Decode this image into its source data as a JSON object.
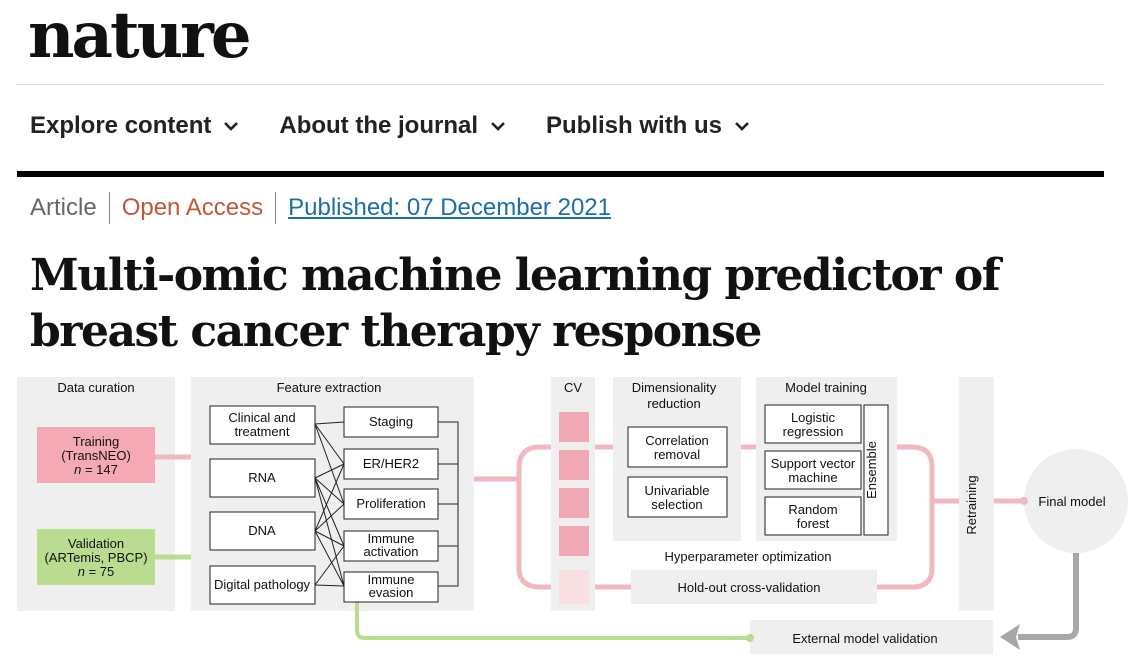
{
  "brand": {
    "name": "nature"
  },
  "nav": [
    {
      "label": "Explore content"
    },
    {
      "label": "About the journal"
    },
    {
      "label": "Publish with us"
    }
  ],
  "meta": {
    "type": "Article",
    "access": "Open Access",
    "published": "Published: 07 December 2021"
  },
  "article": {
    "title": "Multi-omic machine learning predictor of breast cancer therapy response"
  },
  "figure": {
    "panels": {
      "data_curation": "Data curation",
      "feature_extraction": "Feature extraction",
      "cv": "CV",
      "dim_reduction_1": "Dimensionality",
      "dim_reduction_2": "reduction",
      "model_training": "Model training"
    },
    "training": {
      "line1": "Training",
      "line2": "(TransNEO)",
      "n_sym": "n",
      "n_val": " = 147"
    },
    "validation": {
      "line1": "Validation",
      "line2": "(ARTemis, PBCP)",
      "n_sym": "n",
      "n_val": " = 75"
    },
    "inputs": [
      {
        "l1": "Clinical and",
        "l2": "treatment"
      },
      {
        "l1": "RNA"
      },
      {
        "l1": "DNA"
      },
      {
        "l1": "Digital pathology"
      }
    ],
    "features": [
      {
        "l1": "Staging"
      },
      {
        "l1": "ER/HER2"
      },
      {
        "l1": "Proliferation"
      },
      {
        "l1": "Immune",
        "l2": "activation"
      },
      {
        "l1": "Immune",
        "l2": "evasion"
      }
    ],
    "reduction": [
      {
        "l1": "Correlation",
        "l2": "removal"
      },
      {
        "l1": "Univariable",
        "l2": "selection"
      }
    ],
    "models": [
      {
        "l1": "Logistic",
        "l2": "regression"
      },
      {
        "l1": "Support vector",
        "l2": "machine"
      },
      {
        "l1": "Random",
        "l2": "forest"
      }
    ],
    "ensemble": "Ensemble",
    "hyperparameter": "Hyperparameter optimization",
    "holdout": "Hold-out cross-validation",
    "retraining": "Retraining",
    "final_model": "Final model",
    "external_validation": "External model validation",
    "colors": {
      "training": "#f4a9b4",
      "validation": "#b9dc8f",
      "flow": "#f2b8c0",
      "panel": "#efefef",
      "cv_cell": "#f0a9b4"
    }
  }
}
